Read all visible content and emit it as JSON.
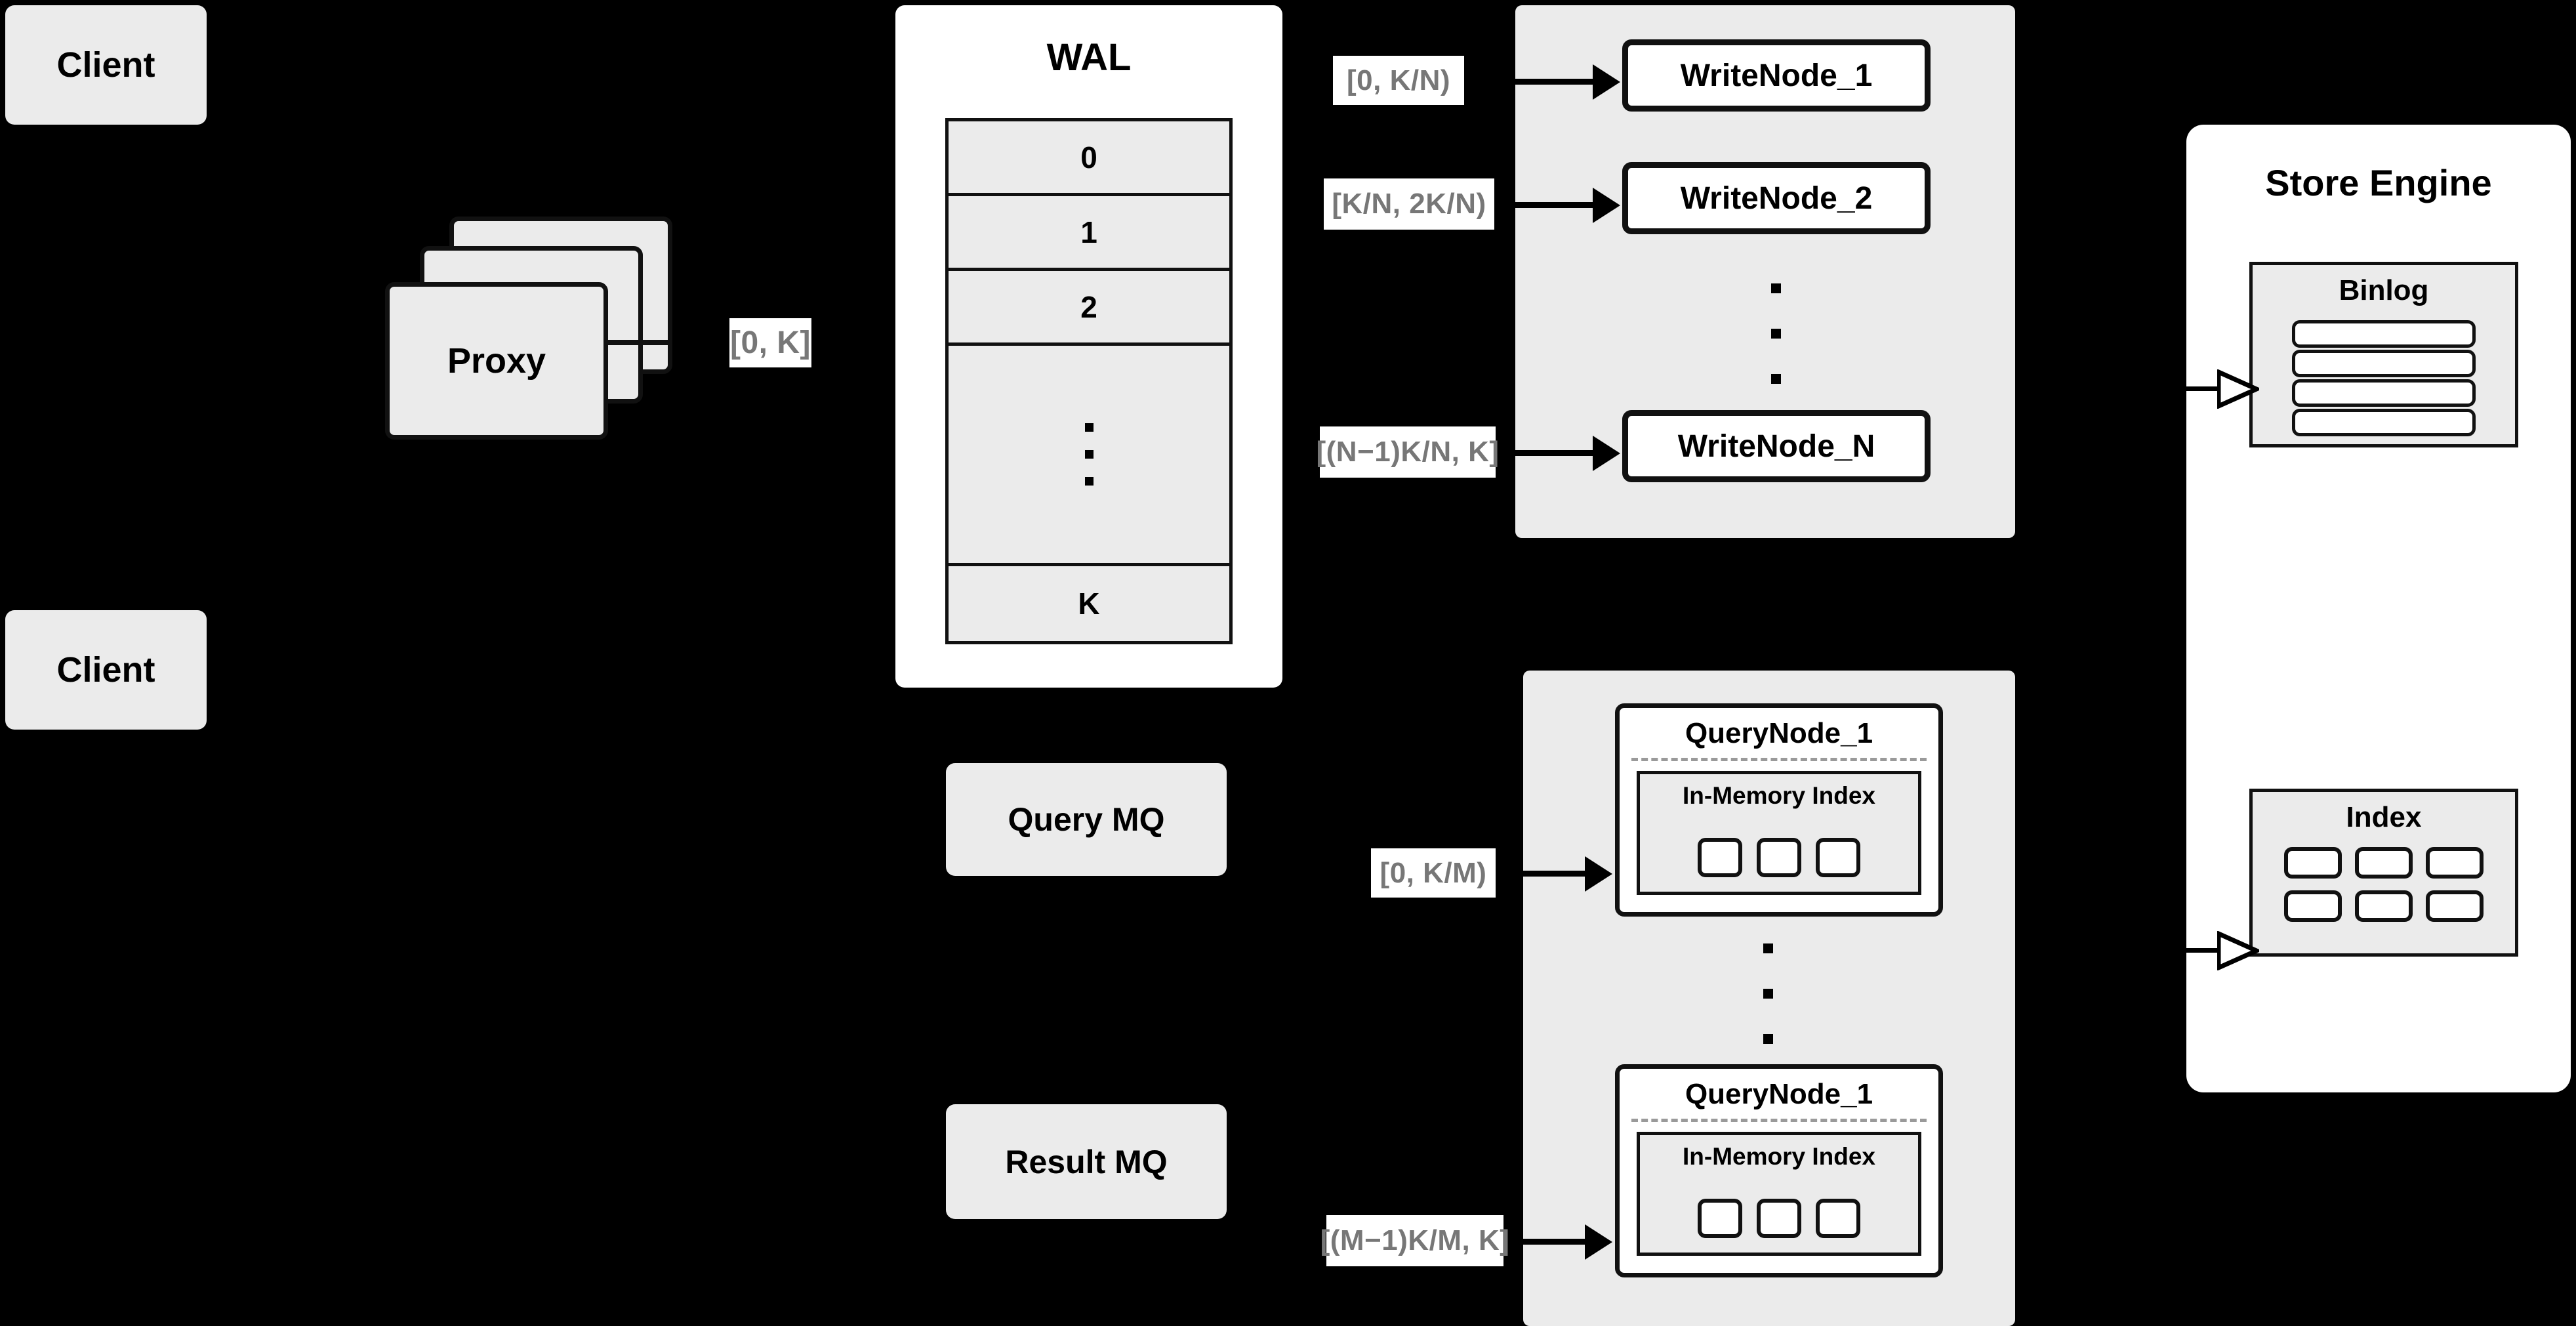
{
  "diagram": {
    "background_color": "#000000",
    "grey_fill": "#ebebeb",
    "line_color": "#111111",
    "chip_text_color": "#777777"
  },
  "clients": [
    {
      "label": "Client"
    },
    {
      "label": "Client"
    }
  ],
  "proxy": {
    "label": "Proxy",
    "stack_count": 3
  },
  "range_labels": {
    "proxy_to_wal": "[0, K]",
    "write_node_1": "[0,  K/N)",
    "write_node_2": "[K/N, 2K/N)",
    "write_node_n": "[(N−1)K/N,  K]",
    "query_node_1": "[0, K/M)",
    "query_node_m": "[(M−1)K/M, K]"
  },
  "wal": {
    "title": "WAL",
    "cells": [
      "0",
      "1",
      "2"
    ],
    "ellipsis_dots": 3,
    "last_cell": "K"
  },
  "message_queues": [
    {
      "label": "Query MQ"
    },
    {
      "label": "Result MQ"
    }
  ],
  "write_pool": {
    "nodes": [
      {
        "label": "WriteNode_1"
      },
      {
        "label": "WriteNode_2"
      },
      {
        "label": "WriteNode_N"
      }
    ],
    "ellipsis_dots": 3
  },
  "query_pool": {
    "nodes": [
      {
        "title": "QueryNode_1",
        "index_title": "In-Memory Index",
        "index_cells": 3
      },
      {
        "title": "QueryNode_1",
        "index_title": "In-Memory Index",
        "index_cells": 3
      }
    ],
    "ellipsis_dots": 3
  },
  "store_engine": {
    "title": "Store Engine",
    "binlog": {
      "title": "Binlog",
      "rows": 4
    },
    "index": {
      "title": "Index",
      "cells": 6
    }
  }
}
